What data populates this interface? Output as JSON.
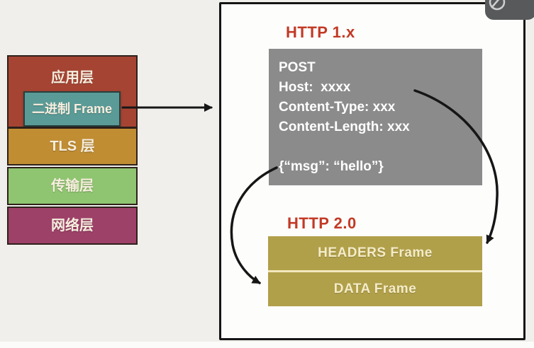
{
  "colors": {
    "background": "#f0efeb",
    "panel_bg": "#fdfdfb",
    "panel_border": "#151515",
    "title_red": "#c23a26",
    "request_box_bg": "#8b8b8b",
    "frame_gold": "#b1a04a",
    "frame_divider": "#f2e8bd",
    "arrow": "#161616",
    "tool_button_bg": "#58595b",
    "layer_text": "#f7eede"
  },
  "left_stack": {
    "layers": [
      {
        "id": "application",
        "label": "应用层",
        "color": "#a64434"
      },
      {
        "id": "binary-frame",
        "label": "二进制 Frame",
        "color": "#5b9b97"
      },
      {
        "id": "tls",
        "label": "TLS 层",
        "color": "#c08d33"
      },
      {
        "id": "transport",
        "label": "传输层",
        "color": "#8fc571"
      },
      {
        "id": "network",
        "label": "网络层",
        "color": "#9d4169"
      }
    ]
  },
  "http1": {
    "title": "HTTP 1.x",
    "request_lines": [
      "POST",
      "Host:  xxxx",
      "Content-Type: xxx",
      "Content-Length: xxx",
      "",
      "{“msg”: “hello”}"
    ]
  },
  "http2": {
    "title": "HTTP 2.0",
    "frames": [
      {
        "label": "HEADERS Frame"
      },
      {
        "label": "DATA Frame"
      }
    ]
  },
  "icons": {
    "corner_tool": "pen-annotate-icon"
  }
}
